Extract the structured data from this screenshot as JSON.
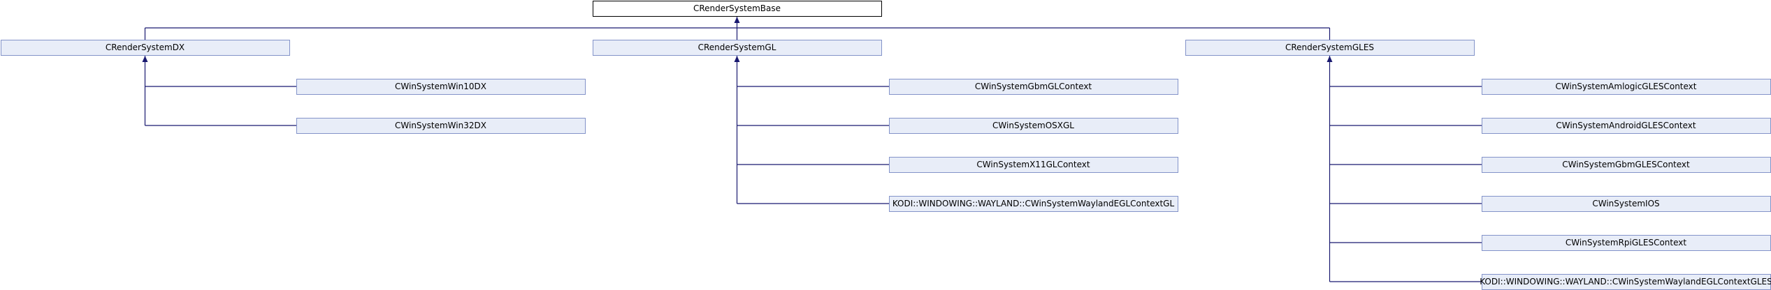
{
  "diagram": {
    "colors": {
      "root_fill": "#ffffff",
      "root_stroke": "#000000",
      "node_fill": "#e8edf8",
      "node_stroke": "#8393c9",
      "edge": "#191970"
    },
    "root": {
      "id": "base",
      "label": "CRenderSystemBase"
    },
    "groups": [
      {
        "id": "dx",
        "label": "CRenderSystemDX",
        "children": [
          {
            "id": "win10dx",
            "label": "CWinSystemWin10DX"
          },
          {
            "id": "win32dx",
            "label": "CWinSystemWin32DX"
          }
        ]
      },
      {
        "id": "gl",
        "label": "CRenderSystemGL",
        "children": [
          {
            "id": "gbmgl",
            "label": "CWinSystemGbmGLContext"
          },
          {
            "id": "osxgl",
            "label": "CWinSystemOSXGL"
          },
          {
            "id": "x11gl",
            "label": "CWinSystemX11GLContext"
          },
          {
            "id": "waylandgl",
            "label": "KODI::WINDOWING::WAYLAND::CWinSystemWaylandEGLContextGL"
          }
        ]
      },
      {
        "id": "gles",
        "label": "CRenderSystemGLES",
        "children": [
          {
            "id": "amlogic",
            "label": "CWinSystemAmlogicGLESContext"
          },
          {
            "id": "android",
            "label": "CWinSystemAndroidGLESContext"
          },
          {
            "id": "gbmgles",
            "label": "CWinSystemGbmGLESContext"
          },
          {
            "id": "ios",
            "label": "CWinSystemIOS"
          },
          {
            "id": "rpi",
            "label": "CWinSystemRpiGLESContext"
          },
          {
            "id": "waylandgles",
            "label": "KODI::WINDOWING::WAYLAND::CWinSystemWaylandEGLContextGLES"
          }
        ]
      }
    ]
  }
}
